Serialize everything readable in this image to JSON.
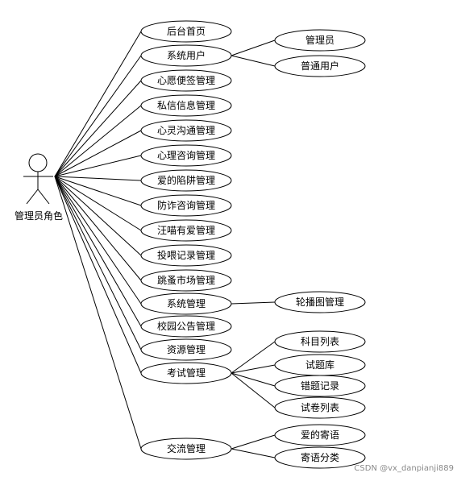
{
  "actor": {
    "name": "管理员角色"
  },
  "use_cases": [
    {
      "id": "home",
      "label": "后台首页"
    },
    {
      "id": "sysuser",
      "label": "系统用户",
      "children": [
        {
          "id": "admin",
          "label": "管理员"
        },
        {
          "id": "normaluser",
          "label": "普通用户"
        }
      ]
    },
    {
      "id": "wish",
      "label": "心愿便签管理"
    },
    {
      "id": "pm",
      "label": "私信信息管理"
    },
    {
      "id": "soul",
      "label": "心灵沟通管理"
    },
    {
      "id": "psy",
      "label": "心理咨询管理"
    },
    {
      "id": "trap",
      "label": "爱的陷阱管理"
    },
    {
      "id": "fraud",
      "label": "防诈咨询管理"
    },
    {
      "id": "pet",
      "label": "汪喵有爱管理"
    },
    {
      "id": "feed",
      "label": "投喂记录管理"
    },
    {
      "id": "flea",
      "label": "跳蚤市场管理"
    },
    {
      "id": "sysmgr",
      "label": "系统管理",
      "children": [
        {
          "id": "carousel",
          "label": "轮播图管理"
        }
      ]
    },
    {
      "id": "notice",
      "label": "校园公告管理"
    },
    {
      "id": "res",
      "label": "资源管理"
    },
    {
      "id": "exam",
      "label": "考试管理",
      "children": [
        {
          "id": "subjects",
          "label": "科目列表"
        },
        {
          "id": "bank",
          "label": "试题库"
        },
        {
          "id": "wrong",
          "label": "错题记录"
        },
        {
          "id": "papers",
          "label": "试卷列表"
        }
      ]
    },
    {
      "id": "comm",
      "label": "交流管理",
      "children": [
        {
          "id": "loveword",
          "label": "爱的寄语"
        },
        {
          "id": "wordcat",
          "label": "寄语分类"
        }
      ]
    }
  ],
  "watermark": "CSDN @vx_danpianji889"
}
